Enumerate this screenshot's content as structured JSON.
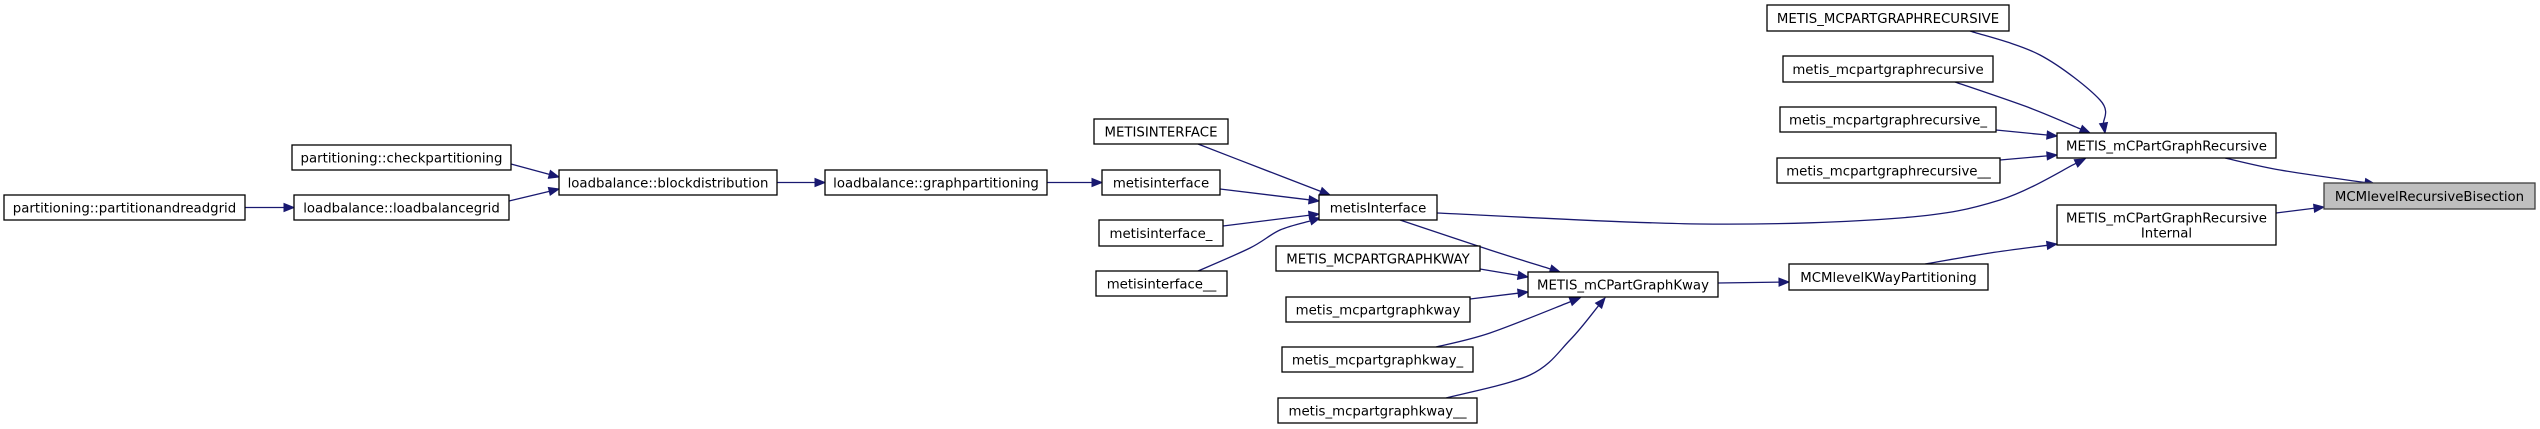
{
  "diagram": {
    "type": "call-graph",
    "colors": {
      "edge": "#191970",
      "node_fill": "#ffffff",
      "focus_node_fill": "#bfbfbf",
      "node_border": "#000000"
    },
    "focus_node": "MCMlevelRecursiveBisection",
    "nodes": [
      {
        "id": "partitionandreadgrid",
        "label": "partitioning::partitionandreadgrid"
      },
      {
        "id": "checkpartitioning",
        "label": "partitioning::checkpartitioning"
      },
      {
        "id": "loadbalancegrid",
        "label": "loadbalance::loadbalancegrid"
      },
      {
        "id": "blockdistribution",
        "label": "loadbalance::blockdistribution"
      },
      {
        "id": "graphpartitioning",
        "label": "loadbalance::graphpartitioning"
      },
      {
        "id": "METISINTERFACE",
        "label": "METISINTERFACE"
      },
      {
        "id": "metisinterface",
        "label": "metisinterface"
      },
      {
        "id": "metisinterface_",
        "label": "metisinterface_"
      },
      {
        "id": "metisinterface__",
        "label": "metisinterface__"
      },
      {
        "id": "metisInterface",
        "label": "metisInterface"
      },
      {
        "id": "METIS_MCPARTGRAPHKWAY",
        "label": "METIS_MCPARTGRAPHKWAY"
      },
      {
        "id": "metis_mcpartgraphkway",
        "label": "metis_mcpartgraphkway"
      },
      {
        "id": "metis_mcpartgraphkway_",
        "label": "metis_mcpartgraphkway_"
      },
      {
        "id": "metis_mcpartgraphkway__",
        "label": "metis_mcpartgraphkway__"
      },
      {
        "id": "METIS_mCPartGraphKway",
        "label": "METIS_mCPartGraphKway"
      },
      {
        "id": "MCMlevelKWayPartitioning",
        "label": "MCMlevelKWayPartitioning"
      },
      {
        "id": "METIS_MCPARTGRAPHRECURSIVE",
        "label": "METIS_MCPARTGRAPHRECURSIVE"
      },
      {
        "id": "metis_mcpartgraphrecursive",
        "label": "metis_mcpartgraphrecursive"
      },
      {
        "id": "metis_mcpartgraphrecursive_",
        "label": "metis_mcpartgraphrecursive_"
      },
      {
        "id": "metis_mcpartgraphrecursive__",
        "label": "metis_mcpartgraphrecursive__"
      },
      {
        "id": "METIS_mCPartGraphRecursive",
        "label": "METIS_mCPartGraphRecursive"
      },
      {
        "id": "METIS_mCPartGraphRecursiveInternal",
        "label_lines": [
          "METIS_mCPartGraphRecursive",
          "Internal"
        ]
      },
      {
        "id": "MCMlevelRecursiveBisection",
        "label": "MCMlevelRecursiveBisection"
      }
    ],
    "edges": [
      {
        "from": "partitionandreadgrid",
        "to": "loadbalancegrid"
      },
      {
        "from": "checkpartitioning",
        "to": "blockdistribution"
      },
      {
        "from": "loadbalancegrid",
        "to": "blockdistribution"
      },
      {
        "from": "blockdistribution",
        "to": "graphpartitioning"
      },
      {
        "from": "graphpartitioning",
        "to": "metisinterface"
      },
      {
        "from": "METISINTERFACE",
        "to": "metisInterface"
      },
      {
        "from": "metisinterface",
        "to": "metisInterface"
      },
      {
        "from": "metisinterface_",
        "to": "metisInterface"
      },
      {
        "from": "metisinterface__",
        "to": "metisInterface"
      },
      {
        "from": "metisInterface",
        "to": "METIS_mCPartGraphRecursive"
      },
      {
        "from": "metisInterface",
        "to": "METIS_mCPartGraphKway"
      },
      {
        "from": "METIS_MCPARTGRAPHKWAY",
        "to": "METIS_mCPartGraphKway"
      },
      {
        "from": "metis_mcpartgraphkway",
        "to": "METIS_mCPartGraphKway"
      },
      {
        "from": "metis_mcpartgraphkway_",
        "to": "METIS_mCPartGraphKway"
      },
      {
        "from": "metis_mcpartgraphkway__",
        "to": "METIS_mCPartGraphKway"
      },
      {
        "from": "METIS_mCPartGraphKway",
        "to": "MCMlevelKWayPartitioning"
      },
      {
        "from": "MCMlevelKWayPartitioning",
        "to": "METIS_mCPartGraphRecursiveInternal"
      },
      {
        "from": "METIS_MCPARTGRAPHRECURSIVE",
        "to": "METIS_mCPartGraphRecursive"
      },
      {
        "from": "metis_mcpartgraphrecursive",
        "to": "METIS_mCPartGraphRecursive"
      },
      {
        "from": "metis_mcpartgraphrecursive_",
        "to": "METIS_mCPartGraphRecursive"
      },
      {
        "from": "metis_mcpartgraphrecursive__",
        "to": "METIS_mCPartGraphRecursive"
      },
      {
        "from": "METIS_mCPartGraphRecursive",
        "to": "MCMlevelRecursiveBisection"
      },
      {
        "from": "METIS_mCPartGraphRecursiveInternal",
        "to": "MCMlevelRecursiveBisection"
      }
    ]
  }
}
